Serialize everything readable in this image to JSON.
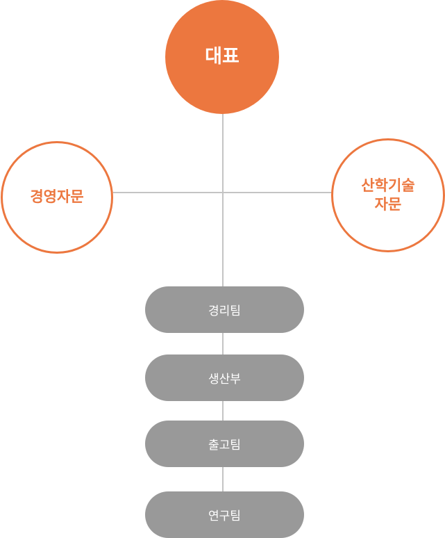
{
  "top_node": {
    "label": "대표"
  },
  "advisors": [
    {
      "label": "경영자문"
    },
    {
      "label": "산학기술\n자문"
    }
  ],
  "departments": [
    {
      "label": "경리팀"
    },
    {
      "label": "생산부"
    },
    {
      "label": "출고팀"
    },
    {
      "label": "연구팀"
    }
  ],
  "colors": {
    "accent": "#ec773f",
    "department_fill": "#999999",
    "connector": "#c4c4c4"
  }
}
